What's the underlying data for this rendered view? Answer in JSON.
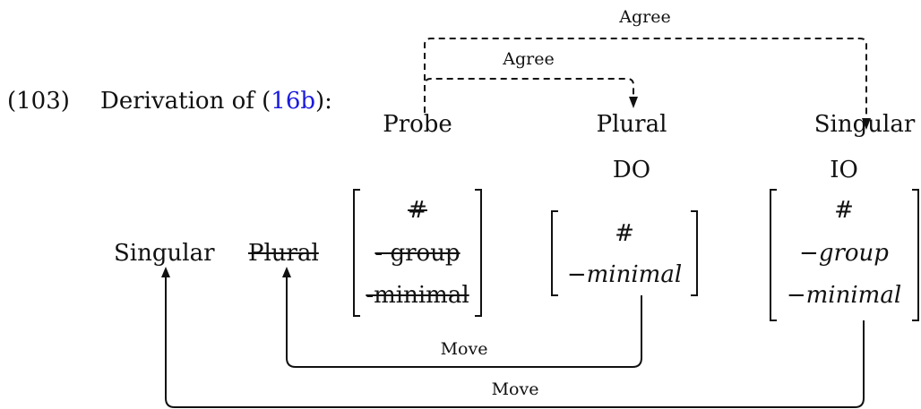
{
  "example": {
    "number": "(103)",
    "caption_pre": "Derivation of (",
    "caption_ref": "16b",
    "caption_post": "):"
  },
  "heads": {
    "probe": "Probe",
    "plural": "Plural",
    "singular": "Singular",
    "do": "DO",
    "io": "IO"
  },
  "probe_features": [
    "#",
    "- group",
    "-minimal"
  ],
  "do_features": [
    "#",
    "−minimal"
  ],
  "io_features": [
    "#",
    "−group",
    "−minimal"
  ],
  "moved": {
    "singular": "Singular",
    "plural": "Plural"
  },
  "arrows": {
    "agree_outer": "Agree",
    "agree_inner": "Agree",
    "move_inner": "Move",
    "move_outer": "Move"
  }
}
